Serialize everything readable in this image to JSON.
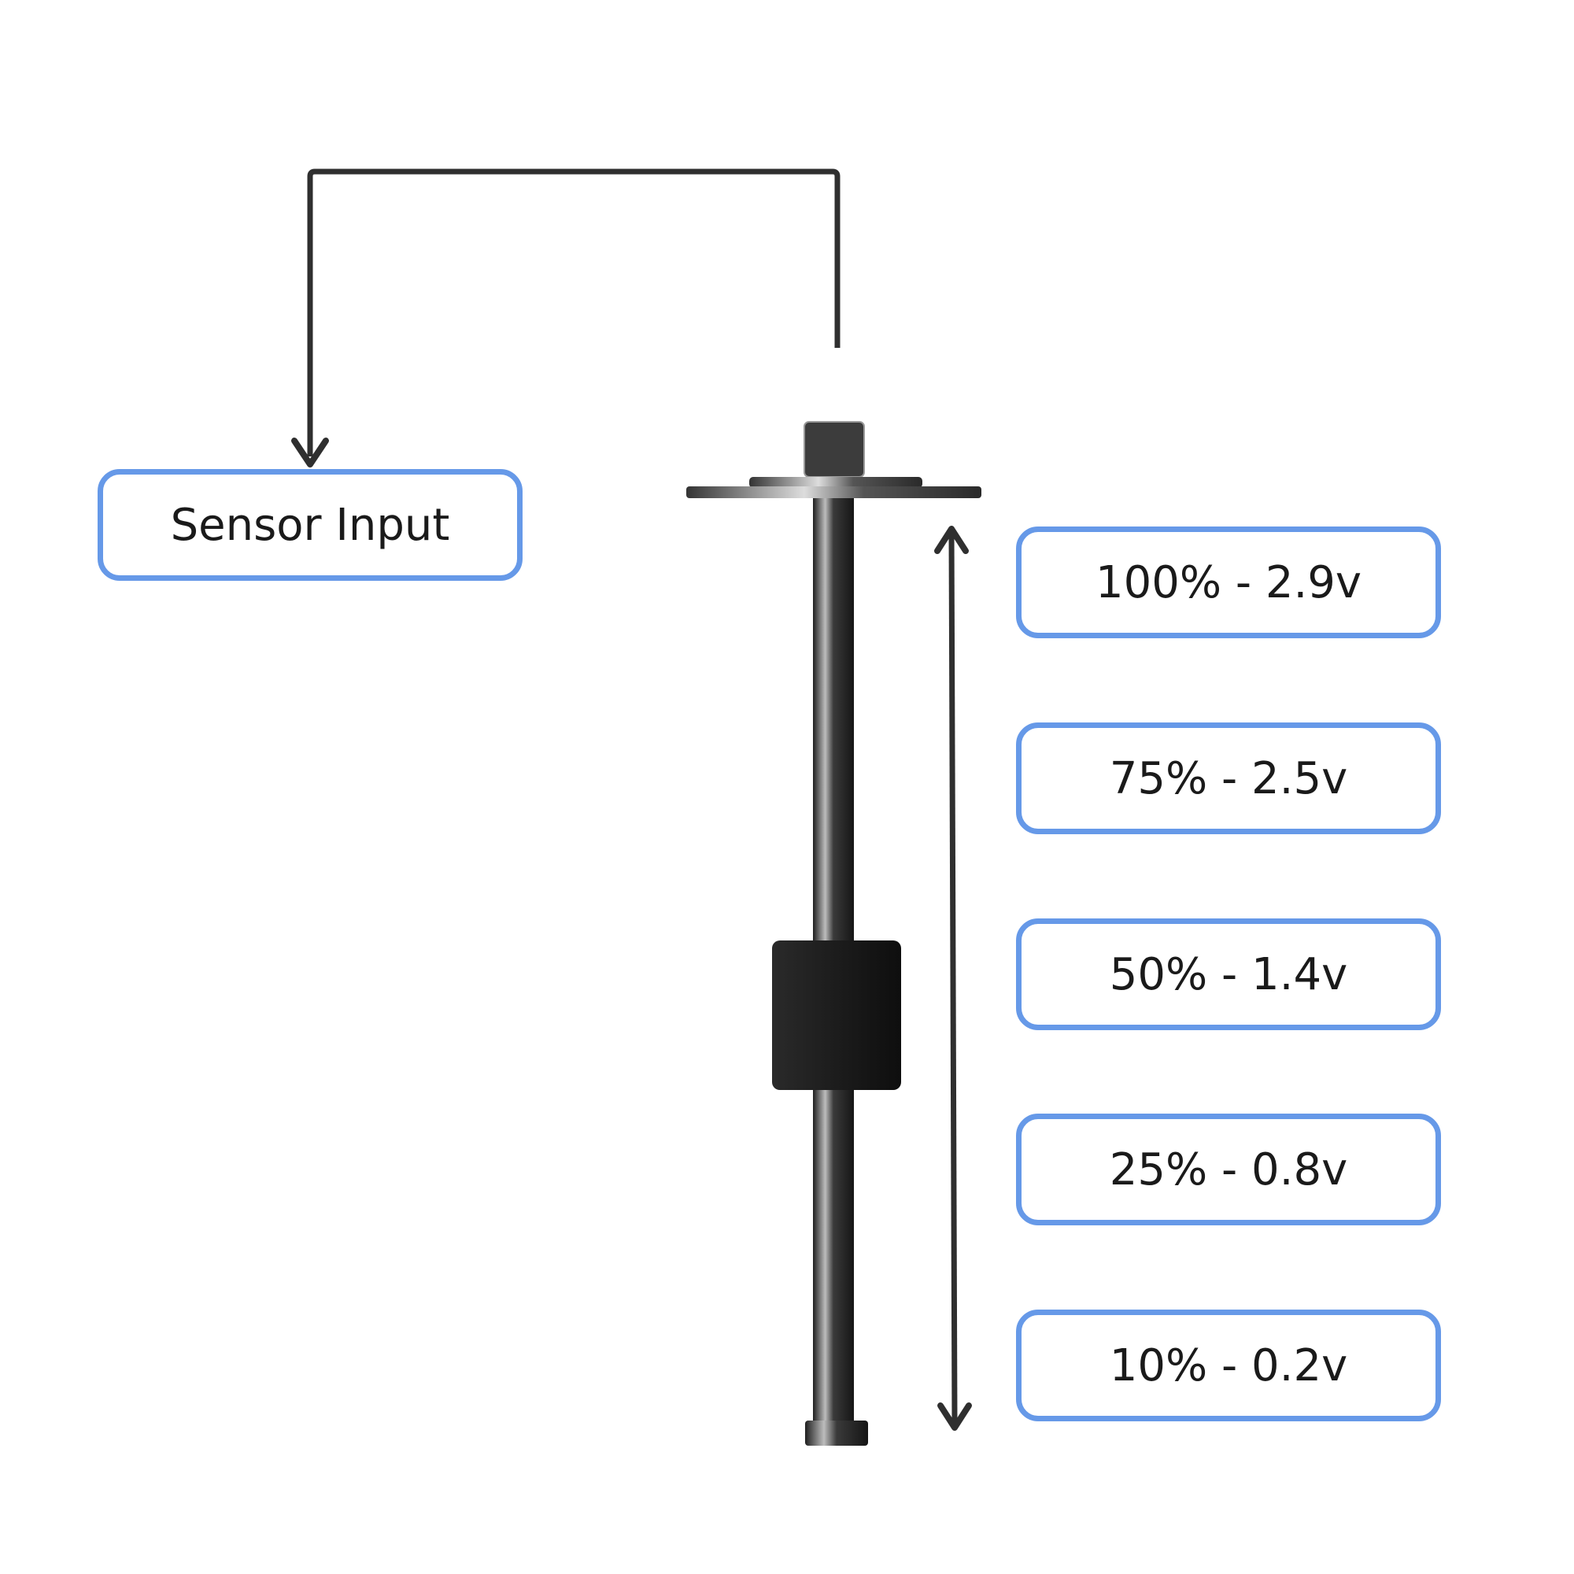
{
  "sensor_input": {
    "label": "Sensor Input"
  },
  "levels": [
    {
      "label": "100% - 2.9v"
    },
    {
      "label": "75% - 2.5v"
    },
    {
      "label": "50% - 1.4v"
    },
    {
      "label": "25% - 0.8v"
    },
    {
      "label": "10% - 0.2v"
    }
  ],
  "colors": {
    "box_border": "#6699e8",
    "line": "#2f2f2f"
  }
}
